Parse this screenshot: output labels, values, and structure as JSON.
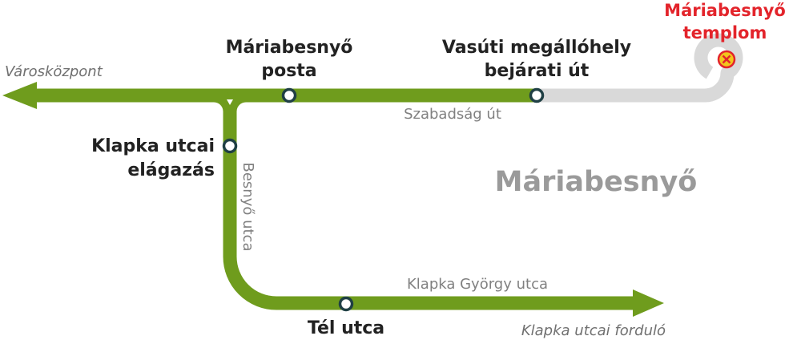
{
  "colors": {
    "route": "#6f9c1d",
    "inactive_route": "#d9d9d9",
    "stop_ring": "#1f3f44",
    "terminus_text": "#e3242b",
    "terminus_marker_fill": "#f2c51c",
    "street_text": "#808080",
    "district_text": "#9a9a9a",
    "direction_text": "#707070"
  },
  "directions": {
    "west": "Városközpont",
    "east": "Klapka utcai forduló"
  },
  "stops": {
    "posta": [
      "Máriabesnyő",
      "posta"
    ],
    "vasuti": [
      "Vasúti megállóhely",
      "bejárati út"
    ],
    "klapka": [
      "Klapka utcai",
      "elágazás"
    ],
    "tel": "Tél utca"
  },
  "terminus": {
    "label": [
      "Máriabesnyő",
      "templom"
    ],
    "icon": "closed-stop-icon"
  },
  "streets": {
    "szabadsag": "Szabadság út",
    "besnyo": "Besnyő utca",
    "klapka_gyorgy": "Klapka György utca"
  },
  "district": "Máriabesnyő"
}
